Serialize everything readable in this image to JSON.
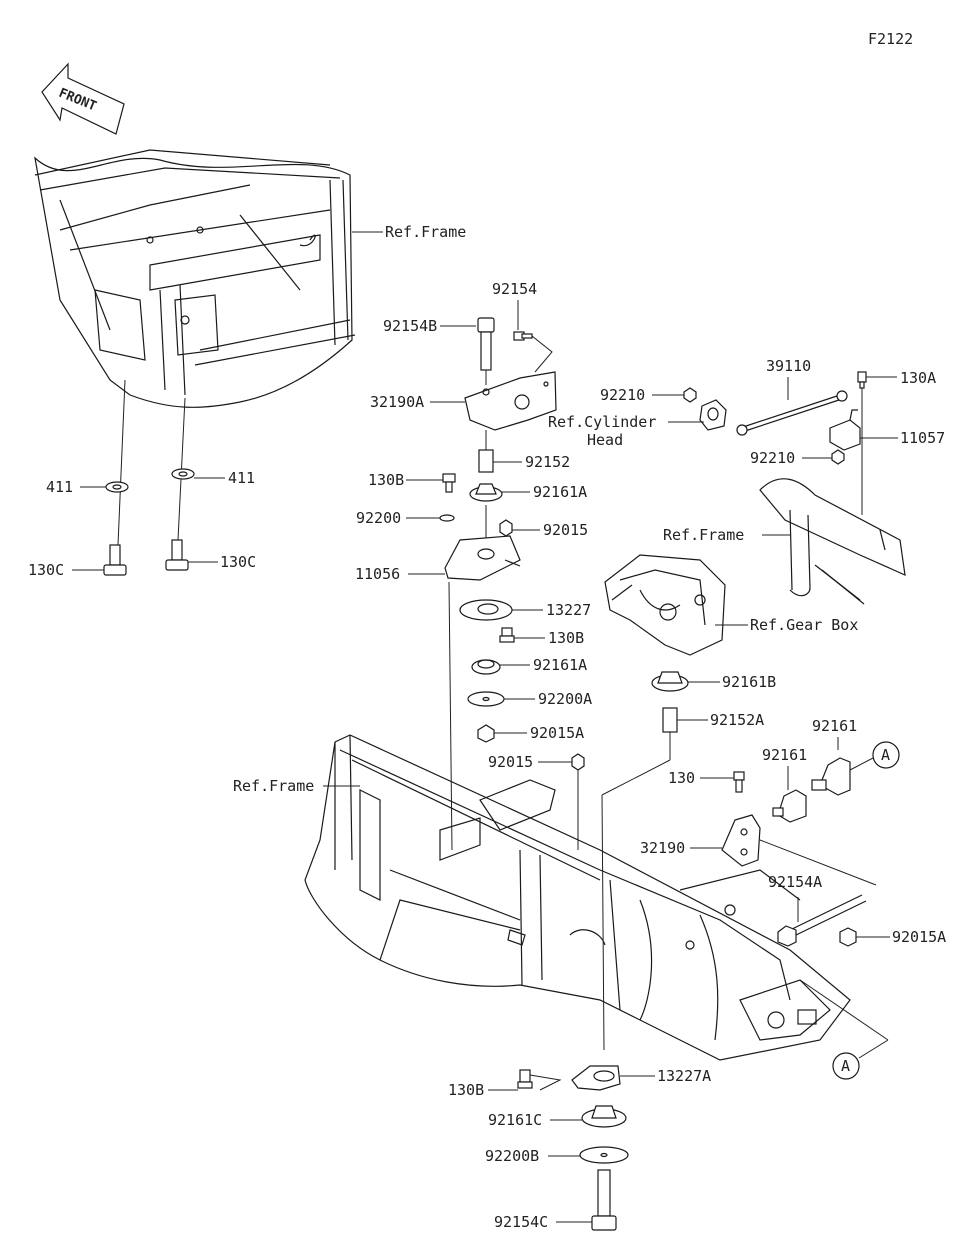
{
  "figure_code": "F2122",
  "front_label": "FRONT",
  "labels": {
    "ref_frame_top": "Ref.Frame",
    "p92154": "92154",
    "p92154B": "92154B",
    "p32190A": "32190A",
    "p92152": "92152",
    "p130B_top": "130B",
    "p92161A_top": "92161A",
    "p92200": "92200",
    "p92015": "92015",
    "p11056": "11056",
    "p13227": "13227",
    "p130B_mid": "130B",
    "p92161A_mid": "92161A",
    "p92200A": "92200A",
    "p92015A_mid": "92015A",
    "p92015_low": "92015",
    "ref_frame_left": "Ref.Frame",
    "p411_left": "411",
    "p411_right": "411",
    "p130C_left": "130C",
    "p130C_right": "130C",
    "p39110": "39110",
    "p130A": "130A",
    "p92210_top": "92210",
    "ref_cyl_1": "Ref.Cylinder",
    "ref_cyl_2": "Head",
    "p11057": "11057",
    "p92210_low": "92210",
    "ref_frame_right": "Ref.Frame",
    "ref_gearbox": "Ref.Gear Box",
    "p92161B": "92161B",
    "p92152A": "92152A",
    "p92161_a": "92161",
    "p92161_b": "92161",
    "callout_A_top": "A",
    "p130": "130",
    "p32190": "32190",
    "p92154A": "92154A",
    "p92015A_right": "92015A",
    "callout_A_bottom": "A",
    "p130B_low": "130B",
    "p13227A": "13227A",
    "p92161C": "92161C",
    "p92200B": "92200B",
    "p92154C": "92154C"
  }
}
